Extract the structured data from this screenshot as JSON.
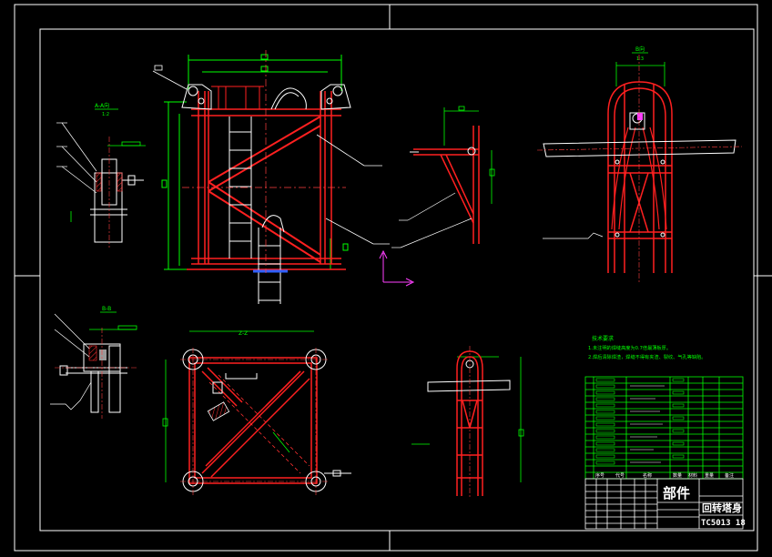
{
  "drawing": {
    "colors": {
      "background": "#000000",
      "frame": "#ffffff",
      "structure": "#ff2020",
      "dimension": "#00ff00",
      "centerline": "#ff4040",
      "ucs": "#ff40ff",
      "leader": "#ffffff",
      "annotation": "#ffff40"
    },
    "views": {
      "detail_a": {
        "label": "A-A向",
        "scale": "1:2"
      },
      "detail_b": {
        "label": "B-B",
        "scale": ""
      },
      "top_view": {
        "label": "Z-Z"
      },
      "side_view": {
        "label": "B向",
        "scale": "1:3"
      }
    },
    "notes": {
      "heading": "技术要求",
      "line1": "1.未注明的焊缝高度为0.7倍最薄板厚。",
      "line2": "2.焊后清除焊渣，焊缝不得有夹渣、裂纹、气孔等缺陷。"
    },
    "title_block": {
      "part_type": "部件",
      "part_name": "回转塔身",
      "drawing_no": "TC5013 18",
      "header_seq": "序号",
      "header_code": "代号",
      "header_name": "名称",
      "header_qty": "数量",
      "header_material": "材料",
      "header_weight": "重量",
      "header_note": "备注"
    }
  }
}
